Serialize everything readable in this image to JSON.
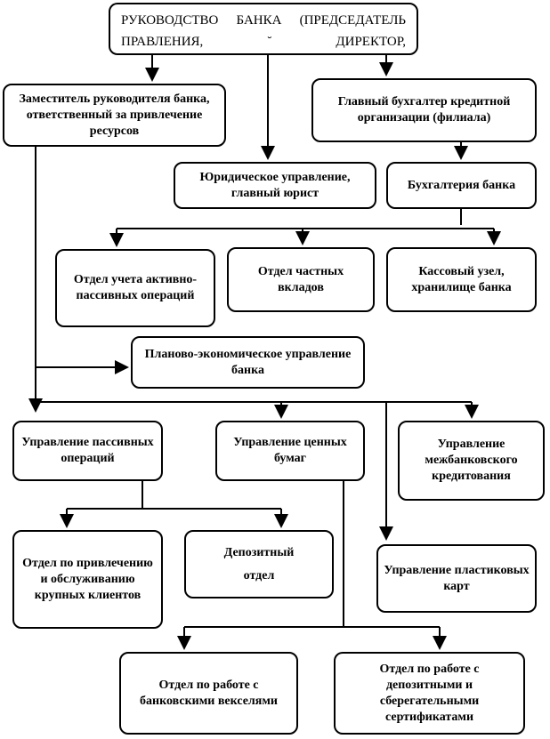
{
  "title": "Организационная структура банка",
  "boxes": {
    "head_line1": "РУКОВОДСТВО БАНКА (ПРЕДСЕДАТЕЛЬ",
    "head_line2": "ПРАВЛЕНИЯ, ˘ ДИРЕКТОР,",
    "deputy": "Заместитель руководителя банка, ответственный за привлечение ресурсов",
    "chief_accountant": "Главный бухгалтер кредитной организации (филиала)",
    "legal": "Юридическое управление, главный юрист",
    "accounting": "Бухгалтерия банка",
    "asset_liability": "Отдел учета активно-пассивных операций",
    "private_deposits": "Отдел частных вкладов",
    "cash": "Кассовый узел, хранилище банка",
    "planning": "Планово-экономическое управление банка",
    "passive_ops": "Управление пассивных операций",
    "securities": "Управление ценных бумаг",
    "interbank": "Управление межбанковского кредитования",
    "large_clients": "Отдел по привлечению и обслуживанию крупных клиентов",
    "deposit_dept": "Депозитный отдел",
    "plastic_cards": "Управление пластиковых карт",
    "bills": "Отдел по работе с банковскими векселями",
    "certificates": "Отдел по работе с депозитными и сберегательными сертификатами"
  }
}
